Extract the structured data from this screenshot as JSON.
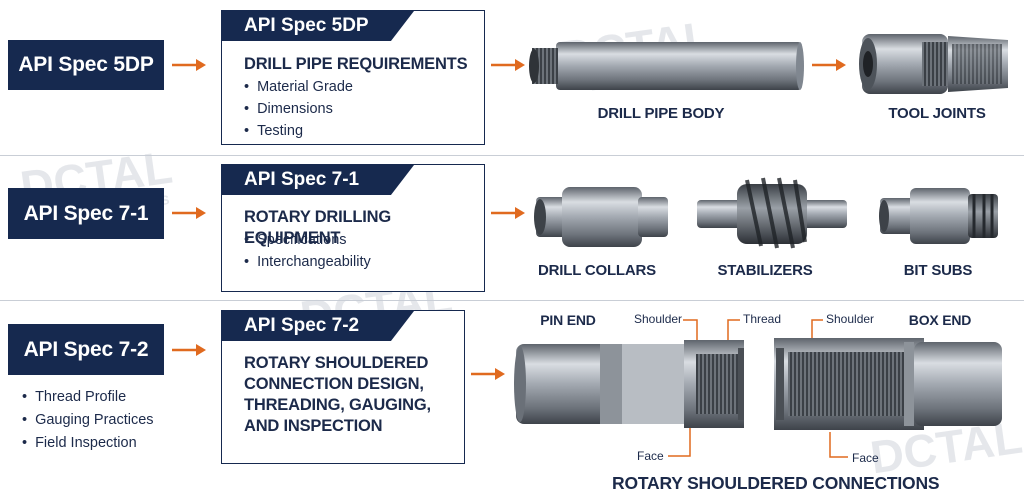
{
  "watermark": {
    "brand": "DCTAL",
    "subtext": "DRILL PIPES"
  },
  "rows": [
    {
      "tag": "API Spec 5DP",
      "card": {
        "tab": "API Spec 5DP",
        "heading": "DRILL PIPE REQUIREMENTS",
        "items": [
          "Material Grade",
          "Dimensions",
          "Testing"
        ]
      },
      "captions": [
        "DRILL PIPE BODY",
        "TOOL JOINTS"
      ]
    },
    {
      "tag": "API Spec 7-1",
      "card": {
        "tab": "API Spec 7-1",
        "heading": "ROTARY DRILLING EQUIPMENT",
        "items": [
          "Specifications",
          "Interchangeability"
        ]
      },
      "captions": [
        "DRILL COLLARS",
        "STABILIZERS",
        "BIT SUBS"
      ]
    },
    {
      "tag": "API Spec 7-2",
      "side_items": [
        "Thread Profile",
        "Gauging Practices",
        "Field Inspection"
      ],
      "card": {
        "tab": "API Spec 7-2",
        "heading_lines": [
          "ROTARY SHOULDERED",
          "CONNECTION DESIGN,",
          "THREADING, GAUGING,",
          "AND INSPECTION"
        ]
      },
      "labels": {
        "pin_end": "PIN END",
        "box_end": "BOX END",
        "shoulder_left": "Shoulder",
        "thread": "Thread",
        "shoulder_right": "Shoulder",
        "face_left": "Face",
        "face_right": "Face"
      },
      "caption": "ROTARY SHOULDERED CONNECTIONS"
    }
  ],
  "colors": {
    "navy": "#16294f",
    "arrow": "#e06a1f",
    "steel": "#9aa1aa"
  }
}
